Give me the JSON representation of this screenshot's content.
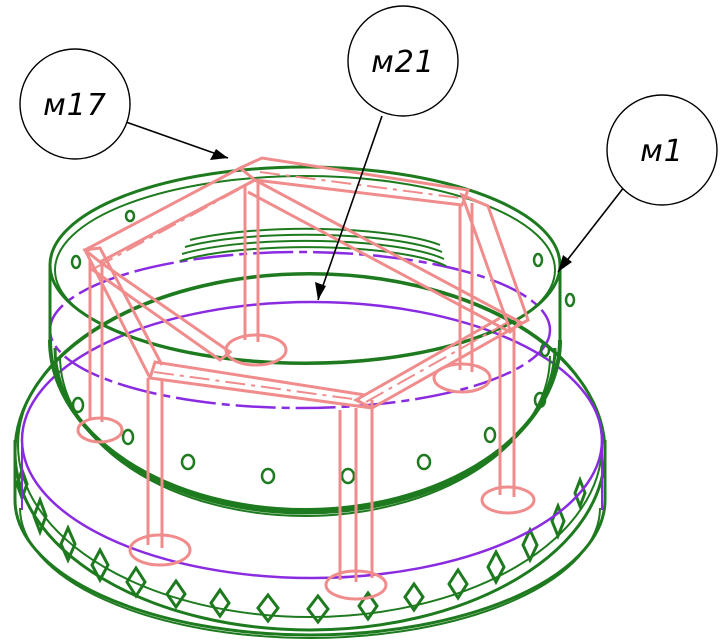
{
  "callouts": [
    {
      "id": "m17",
      "label": "м17"
    },
    {
      "id": "m21",
      "label": "м21"
    },
    {
      "id": "m1",
      "label": "м1"
    }
  ],
  "colors": {
    "outer_shell": "#1e7a1e",
    "ring": "#8a2be2",
    "frame": "#f08c8c",
    "leader": "#000000"
  }
}
